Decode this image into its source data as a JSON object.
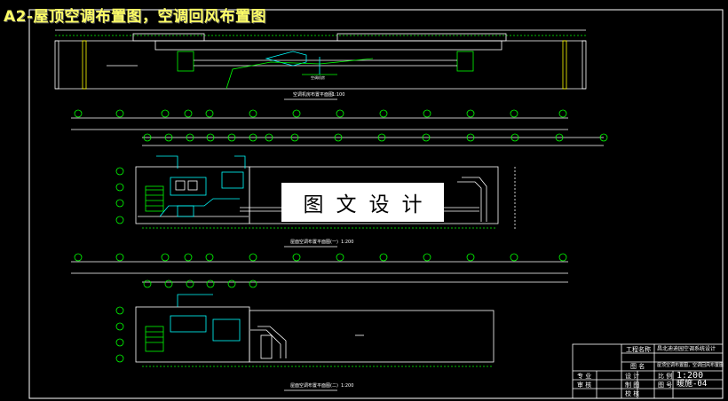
{
  "header": {
    "title": "A2-屋顶空调布置图，空调回风布置图"
  },
  "watermark": {
    "text": "图文设计"
  },
  "plans": {
    "roof_title": "空调机房布置平面图",
    "roof_scale": "1:100",
    "plan1_title": "屋面空调布置平面图(一)",
    "plan1_scale": "1:200",
    "plan2_title": "屋面空调布置平面图(二)",
    "plan2_scale": "1:200",
    "note": "空调机房"
  },
  "title_block": {
    "project_label": "工程名称",
    "project_value": "昌北迪迪园空调系统设计",
    "drawing_label": "图 名",
    "drawing_value": "屋顶空调布置图，空调回风布置图",
    "major_label": "专 业",
    "design_label": "设 计",
    "scale_label": "比 例",
    "scale_value": "1:200",
    "review_label": "审 核",
    "drafter_label": "制 图",
    "number_label": "图 号",
    "number_value": "暖施-04",
    "check_label": "校 核"
  },
  "colors": {
    "background": "#000000",
    "lines_white": "#ffffff",
    "green": "#00ff00",
    "cyan": "#00ffff",
    "yellow": "#ffff00"
  }
}
